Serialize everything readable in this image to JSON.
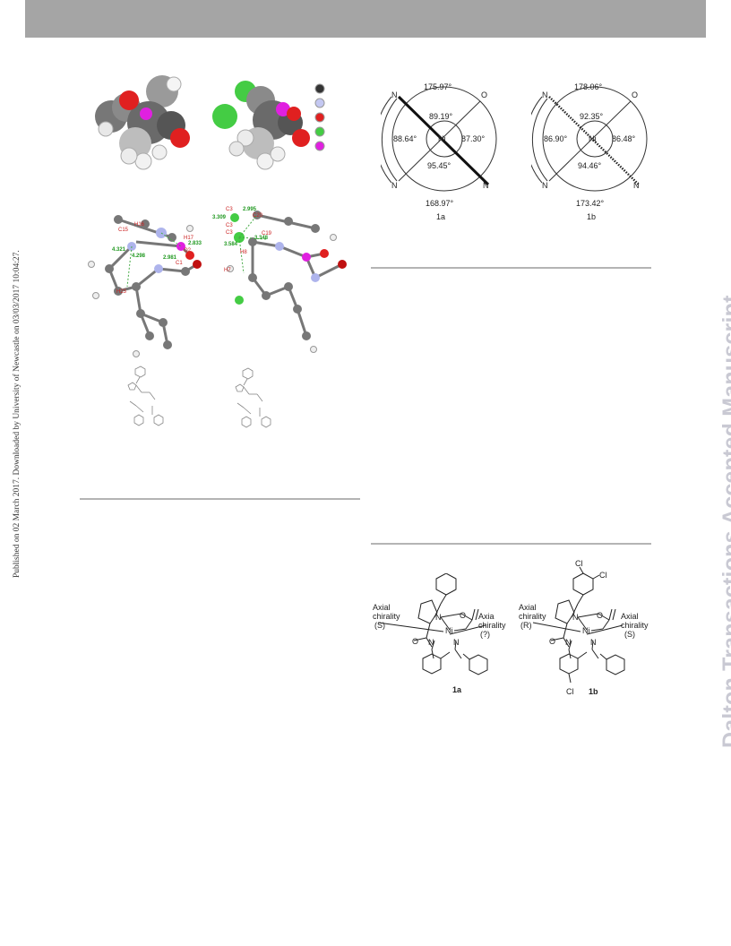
{
  "watermark": "Published on 02 March 2017. Downloaded by University of Newcastle on 03/03/2017 10:04:27.",
  "journal_watermark": "Dalton Transactions Accepted Manuscript",
  "colors": {
    "header_bar": "#a5a5a5",
    "carbon": "#555555",
    "nitrogen": "#aeb4ec",
    "oxygen": "#e02020",
    "chlorine": "#44cc44",
    "nickel": "#e020e0",
    "hydrogen": "#f2f2f2"
  },
  "crystal_labels_left": {
    "h16": "H16",
    "c15": "C15",
    "h17": "H17",
    "o2": "O2",
    "c1": "C1",
    "h23": "H23",
    "d1": "4.321",
    "d2": "4.298",
    "d3": "2.833",
    "d4": "2.981"
  },
  "crystal_labels_right": {
    "c3a": "C3",
    "c3b": "C3",
    "c3c": "C3",
    "c20": "C20",
    "c19": "C19",
    "h8": "H8",
    "h7": "H7",
    "d1": "2.995",
    "d2": "3.309",
    "d3": "3.584",
    "d4": "3.348"
  },
  "angle_diagram_1a": {
    "top": "175.97°",
    "inner_top": "89.19°",
    "left": "88.64°",
    "right": "87.30°",
    "inner_bottom": "95.45°",
    "bottom": "168.97°",
    "center": "Ni",
    "n_tl": "N",
    "o_tr": "O",
    "n_bl": "N",
    "n_br": "N",
    "label": "1a"
  },
  "angle_diagram_1b": {
    "top": "178.06°",
    "inner_top": "92.35°",
    "left": "86.90°",
    "right": "86.48°",
    "inner_bottom": "94.46°",
    "bottom": "173.42°",
    "center": "Ni",
    "n_tl": "N",
    "o_tr": "O",
    "n_bl": "N",
    "n_br": "N",
    "label": "1b"
  },
  "struct_1a": {
    "ax_left_1": "Axial",
    "ax_left_2": "chirality",
    "ax_left_3": "(S)",
    "ax_right_1": "Axia",
    "ax_right_2": "chirality",
    "ax_right_3": "(?)",
    "ni": "Ni",
    "n1": "N",
    "n2": "N",
    "n3": "N",
    "o1": "O",
    "o2": "O",
    "label": "1a"
  },
  "struct_1b": {
    "ax_left_1": "Axial",
    "ax_left_2": "chirality",
    "ax_left_3": "(R)",
    "ax_right_1": "Axial",
    "ax_right_2": "chirality",
    "ax_right_3": "(S)",
    "ni": "Ni",
    "n1": "N",
    "n2": "N",
    "n3": "N",
    "o1": "O",
    "o2": "O",
    "cl1": "Cl",
    "cl2": "Cl",
    "cl3": "Cl",
    "label": "1b"
  }
}
